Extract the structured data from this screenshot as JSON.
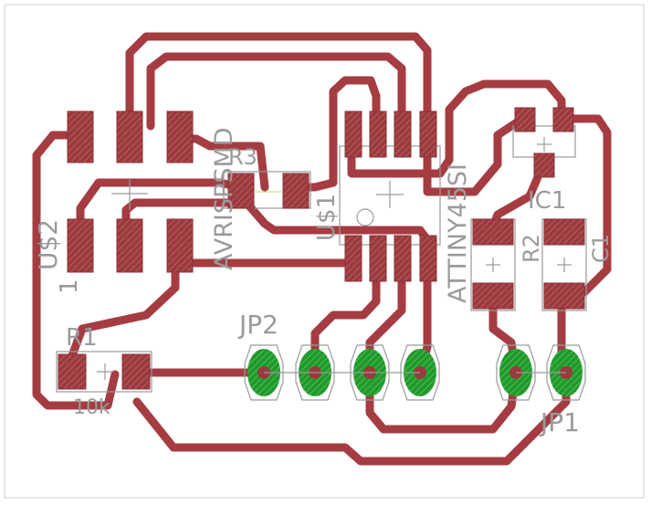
{
  "board": {
    "labels": {
      "u2": "U$2",
      "pin1": "1",
      "avrisp": "AVRISPSMD",
      "r3": "R3",
      "u1": "U$1",
      "attiny": "ATTINY45SI",
      "r2": "R2",
      "ic1": "IC1",
      "c1": "C1",
      "jp2": "JP2",
      "r1": "R1",
      "r1_value": "10k",
      "jp1": "JP1"
    },
    "colors": {
      "background": "#ffffff",
      "copper": "#a53c42",
      "pad_ring": "#1f9a2a",
      "silkscreen": "#9a9a9a"
    }
  }
}
